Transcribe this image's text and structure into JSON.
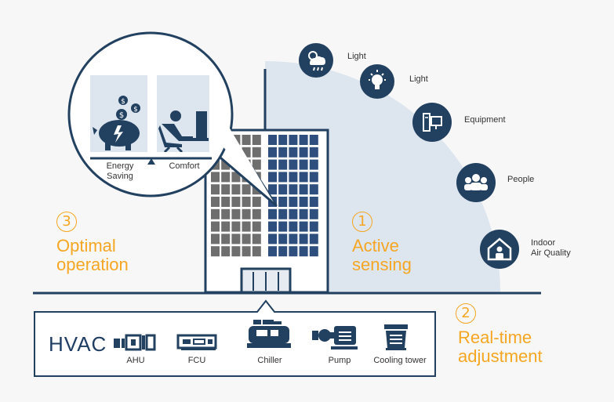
{
  "colors": {
    "navy": "#22405f",
    "orange": "#f5a623",
    "light_blue": "#dde5ef",
    "window_gray": "#6e6e6e",
    "window_blue": "#2e4e7e"
  },
  "sensors": [
    {
      "label": "Light",
      "icon": "weather-cloud-icon"
    },
    {
      "label": "Light",
      "icon": "lightbulb-icon"
    },
    {
      "label": "Equipment",
      "icon": "computer-icon"
    },
    {
      "label": "People",
      "icon": "people-group-icon"
    },
    {
      "label": "Indoor\nAir Quality",
      "icon": "house-person-icon"
    }
  ],
  "bubble": {
    "left_label": "Energy\nSaving",
    "right_label": "Comfort"
  },
  "steps": [
    {
      "num": "3",
      "text": "Optimal\noperation"
    },
    {
      "num": "1",
      "text": "Active\nsensing"
    },
    {
      "num": "2",
      "text": "Real-time\nadjustment"
    }
  ],
  "hvac": {
    "title": "HVAC",
    "equipment": [
      "AHU",
      "FCU",
      "Chiller",
      "Pump",
      "Cooling tower"
    ]
  }
}
